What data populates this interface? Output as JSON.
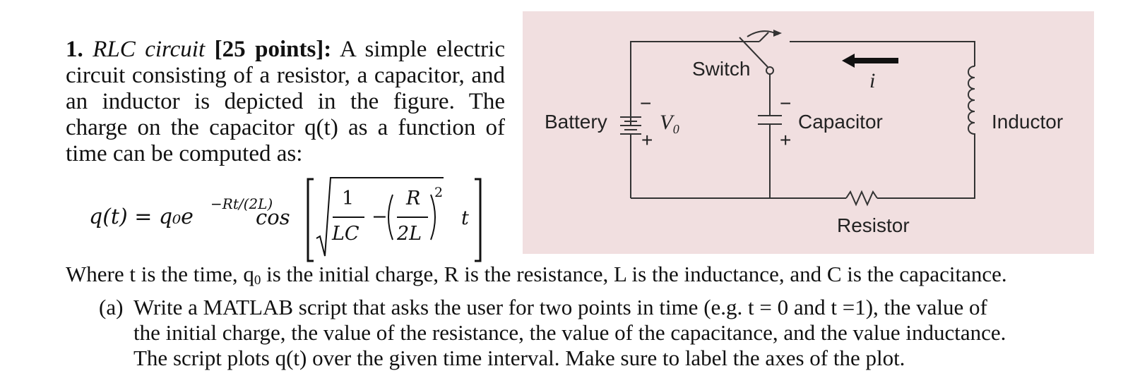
{
  "problem": {
    "number": "1.",
    "topic": "RLC circuit",
    "points": "[25 points]:",
    "intro": [
      "A simple electric",
      "circuit consisting of a resistor, a capacitor, and an",
      "inductor is depicted in the figure. The charge on",
      "the capacitor q(t) as a function of time can be",
      "computed as:"
    ]
  },
  "equation": {
    "lhs": "q(t) = q₀e",
    "exponent": "−Rt/(2L)",
    "cos": "cos",
    "one": "1",
    "lc": "LC",
    "minus": "−",
    "r": "R",
    "two_l": "2L",
    "square": "2",
    "t": "t"
  },
  "figure": {
    "switch": "Switch",
    "battery": "Battery",
    "vo": "V₀",
    "capacitor": "Capacitor",
    "inductor": "Inductor",
    "resistor": "Resistor",
    "current": "i",
    "minus_sign": "−",
    "plus_sign": "+"
  },
  "where": {
    "part1": "Where t is the time, q",
    "sub": "0",
    "part2": " is the initial charge, R is the resistance, L is the inductance, and C is the capacitance."
  },
  "part_a": {
    "label": "(a)",
    "lines": [
      "Write a MATLAB script that asks the user for two points in time (e.g. t = 0 and t =1), the value of",
      "the initial charge, the value of the resistance, the value of the capacitance, and the value inductance.",
      "The script plots q(t) over the given time interval. Make sure to label the axes of the plot."
    ]
  }
}
